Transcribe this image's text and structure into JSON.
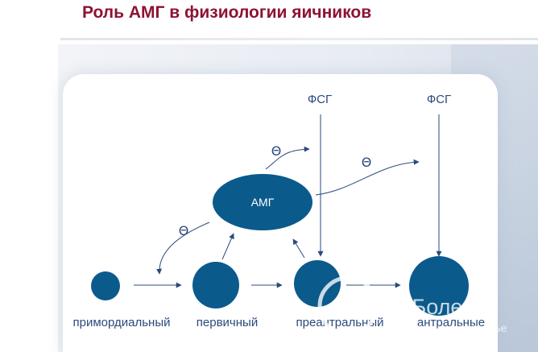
{
  "title": "Роль АМГ в физиологии яичников",
  "nodes": {
    "amg": "АМГ",
    "primordial": "примордиальный",
    "primary": "первичный",
    "preantral": "преантральный",
    "antral": "антральные"
  },
  "hormones": {
    "fsg_left": "ФСГ",
    "fsg_right": "ФСГ"
  },
  "inhibition_symbol": "Θ",
  "watermark": {
    "name": "НеБолеем",
    "tagline": "Медицина и здоровье"
  },
  "colors": {
    "node_fill": "#0b5a8c",
    "arrow": "#2a4a7c",
    "title": "#8e1232"
  }
}
